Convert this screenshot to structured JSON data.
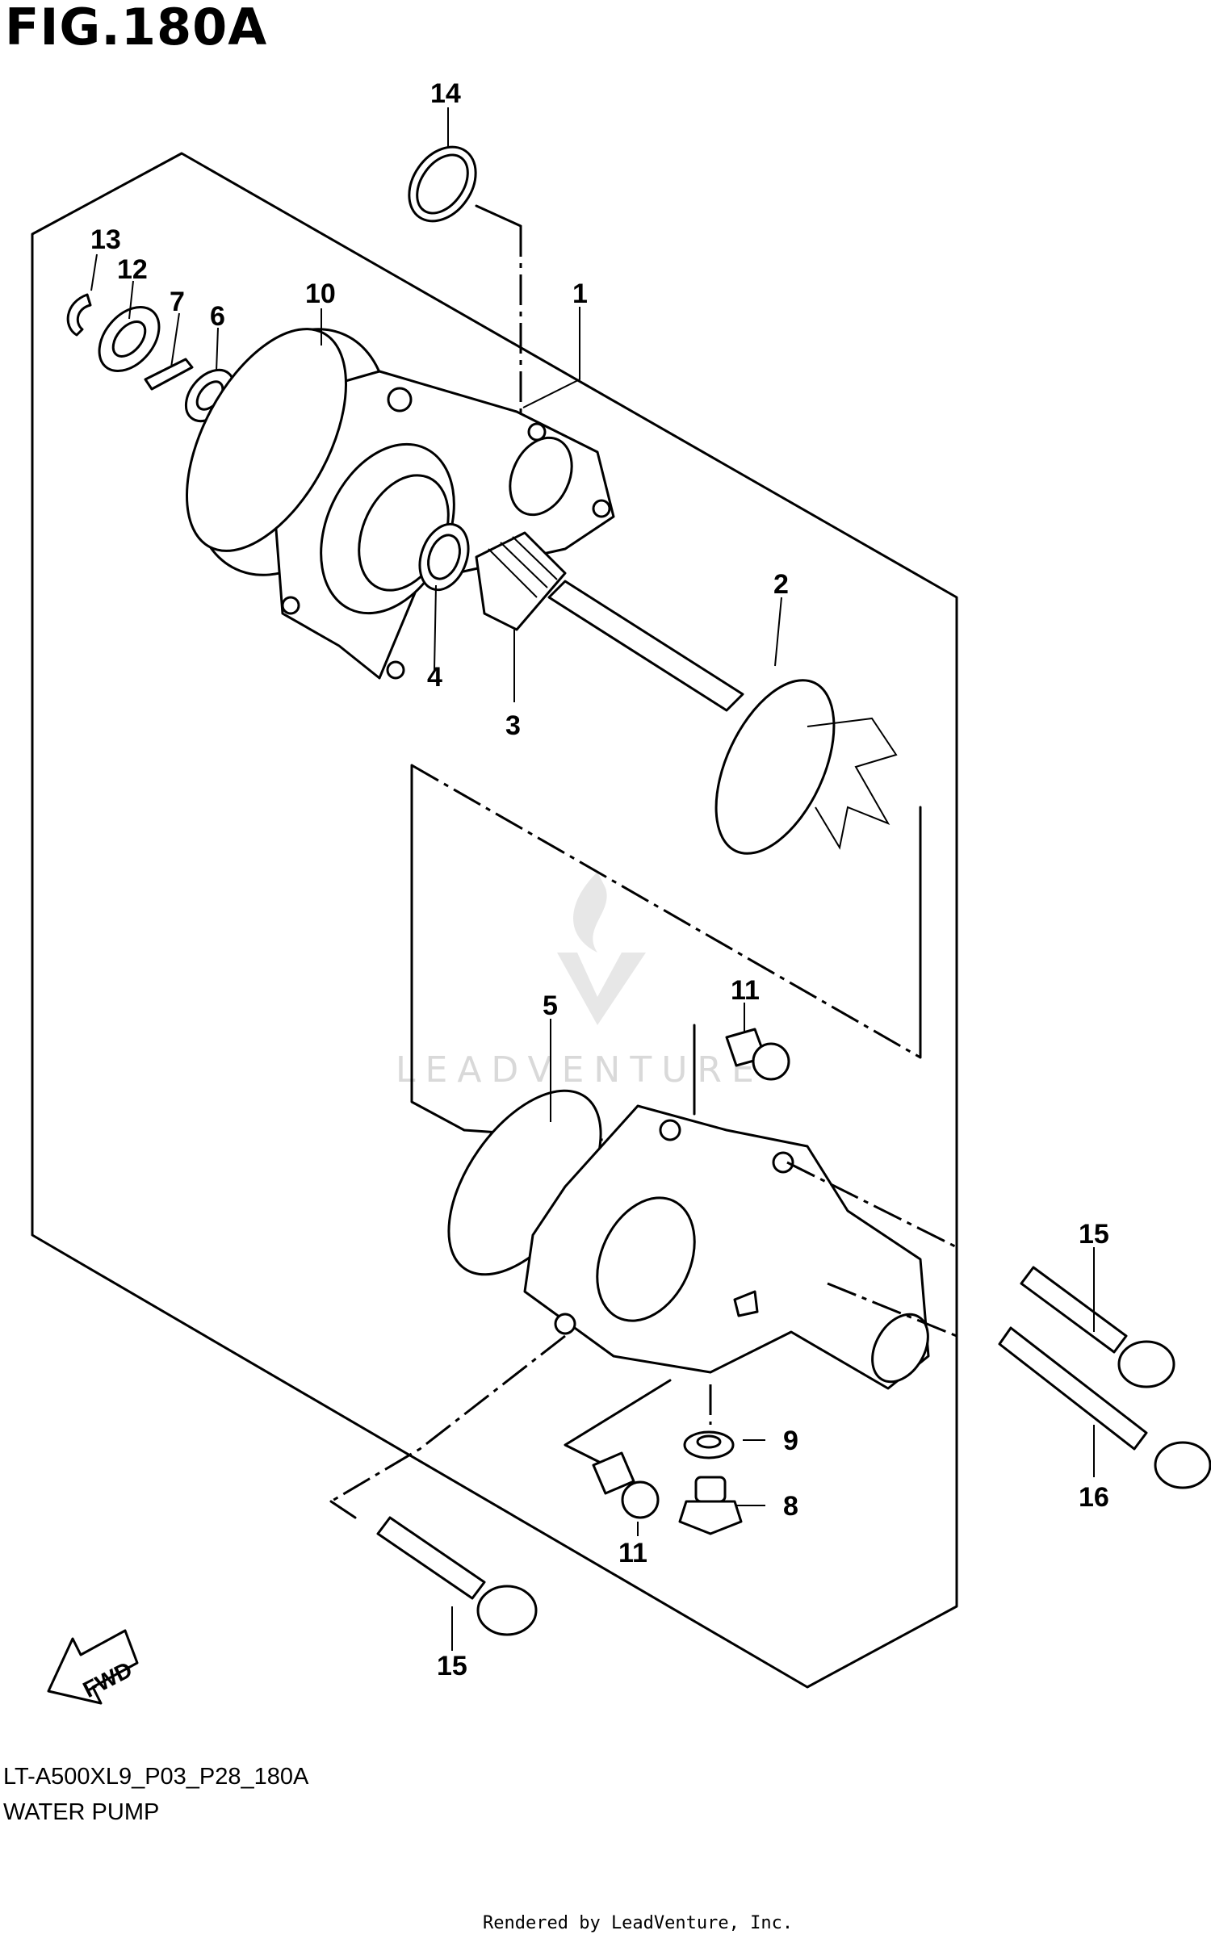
{
  "figure_title": "FIG.180A",
  "diagram_code": "LT-A500XL9_P03_P28_180A",
  "diagram_name": "WATER PUMP",
  "credit": "Rendered by LeadVenture, Inc.",
  "watermark": "LEADVENTURE",
  "fwd_label": "FWD",
  "callouts": {
    "c1": "1",
    "c2": "2",
    "c3": "3",
    "c4": "4",
    "c5": "5",
    "c6": "6",
    "c7": "7",
    "c8": "8",
    "c9": "9",
    "c10": "10",
    "c11a": "11",
    "c11b": "11",
    "c12": "12",
    "c13": "13",
    "c14": "14",
    "c15a": "15",
    "c15b": "15",
    "c16": "16"
  }
}
